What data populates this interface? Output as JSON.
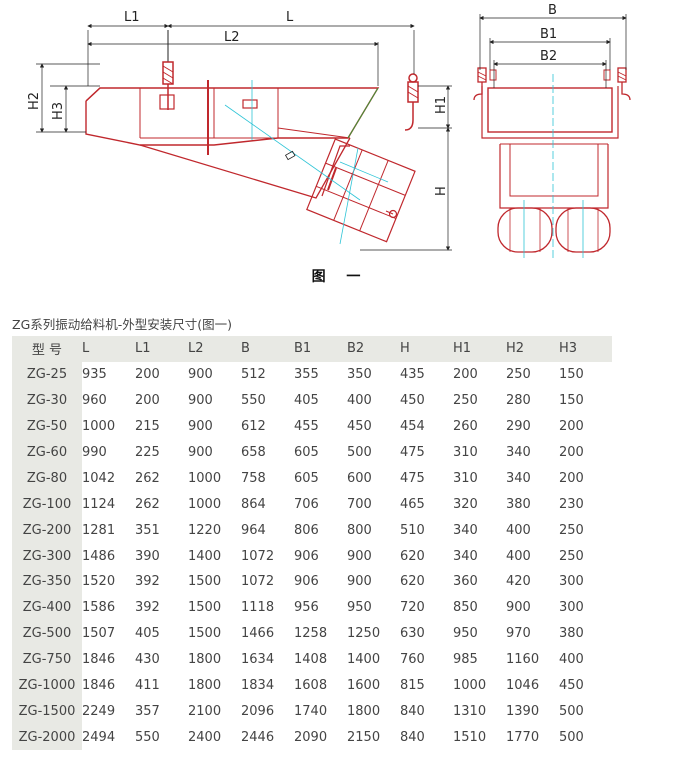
{
  "drawing": {
    "front_labels": [
      "L1",
      "L",
      "L2",
      "H2",
      "H3",
      "H1",
      "H"
    ],
    "side_labels": [
      "B",
      "B1",
      "B2"
    ],
    "figure_caption": "图 一"
  },
  "table": {
    "caption": "ZG系列振动给料机-外型安装尺寸(图一)",
    "columns": [
      "型 号",
      "L",
      "L1",
      "L2",
      "B",
      "B1",
      "B2",
      "H",
      "H1",
      "H2",
      "H3"
    ],
    "rows": [
      [
        "ZG-25",
        "935",
        "200",
        "900",
        "512",
        "355",
        "350",
        "435",
        "200",
        "250",
        "150"
      ],
      [
        "ZG-30",
        "960",
        "200",
        "900",
        "550",
        "405",
        "400",
        "450",
        "250",
        "280",
        "150"
      ],
      [
        "ZG-50",
        "1000",
        "215",
        "900",
        "612",
        "455",
        "450",
        "454",
        "260",
        "290",
        "200"
      ],
      [
        "ZG-60",
        "990",
        "225",
        "900",
        "658",
        "605",
        "500",
        "475",
        "310",
        "340",
        "200"
      ],
      [
        "ZG-80",
        "1042",
        "262",
        "1000",
        "758",
        "605",
        "600",
        "475",
        "310",
        "340",
        "200"
      ],
      [
        "ZG-100",
        "1124",
        "262",
        "1000",
        "864",
        "706",
        "700",
        "465",
        "320",
        "380",
        "230"
      ],
      [
        "ZG-200",
        "1281",
        "351",
        "1220",
        "964",
        "806",
        "800",
        "510",
        "340",
        "400",
        "250"
      ],
      [
        "ZG-300",
        "1486",
        "390",
        "1400",
        "1072",
        "906",
        "900",
        "620",
        "340",
        "400",
        "250"
      ],
      [
        "ZG-350",
        "1520",
        "392",
        "1500",
        "1072",
        "906",
        "900",
        "620",
        "360",
        "420",
        "300"
      ],
      [
        "ZG-400",
        "1586",
        "392",
        "1500",
        "1118",
        "956",
        "950",
        "720",
        "850",
        "900",
        "300"
      ],
      [
        "ZG-500",
        "1507",
        "405",
        "1500",
        "1466",
        "1258",
        "1250",
        "630",
        "950",
        "970",
        "380"
      ],
      [
        "ZG-750",
        "1846",
        "430",
        "1800",
        "1634",
        "1408",
        "1400",
        "760",
        "985",
        "1160",
        "400"
      ],
      [
        "ZG-1000",
        "1846",
        "411",
        "1800",
        "1834",
        "1608",
        "1600",
        "815",
        "1000",
        "1046",
        "450"
      ],
      [
        "ZG-1500",
        "2249",
        "357",
        "2100",
        "2096",
        "1740",
        "1800",
        "840",
        "1310",
        "1390",
        "500"
      ],
      [
        "ZG-2000",
        "2494",
        "550",
        "2400",
        "2446",
        "2090",
        "2150",
        "840",
        "1510",
        "1770",
        "500"
      ]
    ]
  }
}
